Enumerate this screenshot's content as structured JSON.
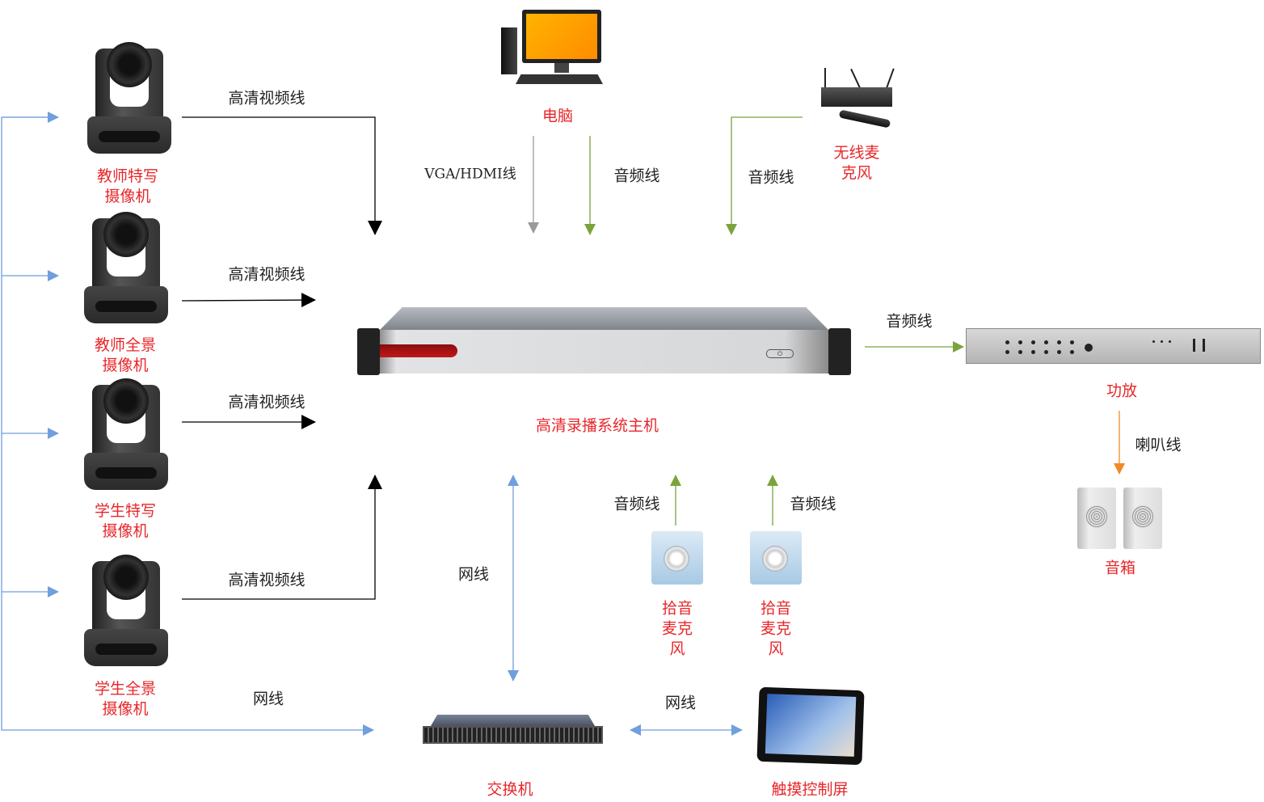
{
  "colors": {
    "label_red": "#e8262a",
    "video_line": "#000000",
    "audio_line": "#7aa33e",
    "network_line": "#6f9fdc",
    "speaker_line": "#f08a24",
    "vga_line": "#9a9a9a"
  },
  "devices": {
    "cam1": "教师特写\n摄像机",
    "cam2": "教师全景\n摄像机",
    "cam3": "学生特写\n摄像机",
    "cam4": "学生全景\n摄像机",
    "computer": "电脑",
    "wireless_mic": "无线麦\n克风",
    "host": "高清录播系统主机",
    "amplifier": "功放",
    "speakers": "音箱",
    "pickup_mic1": "拾音\n麦克\n风",
    "pickup_mic2": "拾音\n麦克\n风",
    "switch": "交换机",
    "touch_screen": "触摸控制屏"
  },
  "connections": {
    "hd_video_1": "高清视频线",
    "hd_video_2": "高清视频线",
    "hd_video_3": "高清视频线",
    "hd_video_4": "高清视频线",
    "vga_hdmi": "VGA/HDMI线",
    "audio_pc": "音频线",
    "audio_wireless": "音频线",
    "audio_amp": "音频线",
    "speaker_wire": "喇叭线",
    "network_host": "网线",
    "network_cams": "网线",
    "network_touch": "网线",
    "audio_pickup1": "音频线",
    "audio_pickup2": "音频线"
  }
}
